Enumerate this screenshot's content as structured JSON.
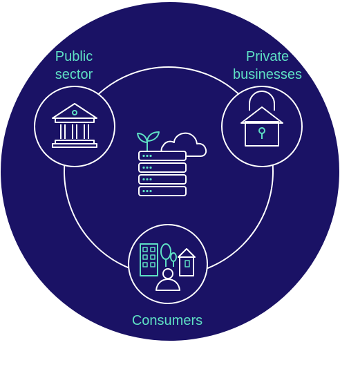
{
  "diagram": {
    "nodes": [
      {
        "id": "public",
        "label_lines": [
          "Public",
          "sector"
        ],
        "icon": "bank-building-icon"
      },
      {
        "id": "private",
        "label_lines": [
          "Private",
          "businesses"
        ],
        "icon": "locked-house-icon"
      },
      {
        "id": "consumers",
        "label_lines": [
          "Consumers"
        ],
        "icon": "city-and-person-icon"
      }
    ],
    "center_icon": "data-server-with-sprout-and-cloud-icon"
  },
  "colors": {
    "background_circle": "#1a1265",
    "stroke": "#ffffff",
    "label": "#5ee0c4",
    "accent_green": "#5ee0c4"
  }
}
